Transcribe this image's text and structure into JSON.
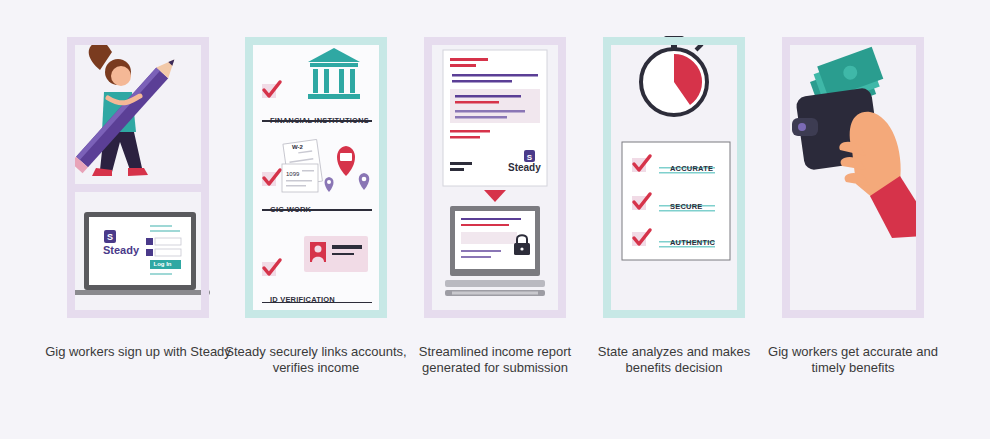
{
  "diagram": {
    "nodes": [
      {
        "text": [
          "Gig workers sign up with Steady"
        ]
      },
      {
        "text": [
          "FINANCIAL INSTITUTIONS",
          "GIG WORK",
          "ID VERIFICATION",
          "Steady securely links accounts, verifies income"
        ]
      },
      {
        "text": [
          "Streamlined income report generated for submission"
        ]
      },
      {
        "text": [
          "ACCURATE",
          "SECURE",
          "AUTHENTIC",
          "State analyzes and makes benefits decision"
        ]
      },
      {
        "text": [
          "Gig workers get accurate and timely benefits"
        ]
      }
    ],
    "labels": [
      "Steady",
      "Log In",
      "W-2",
      "1099",
      "Steady"
    ]
  }
}
